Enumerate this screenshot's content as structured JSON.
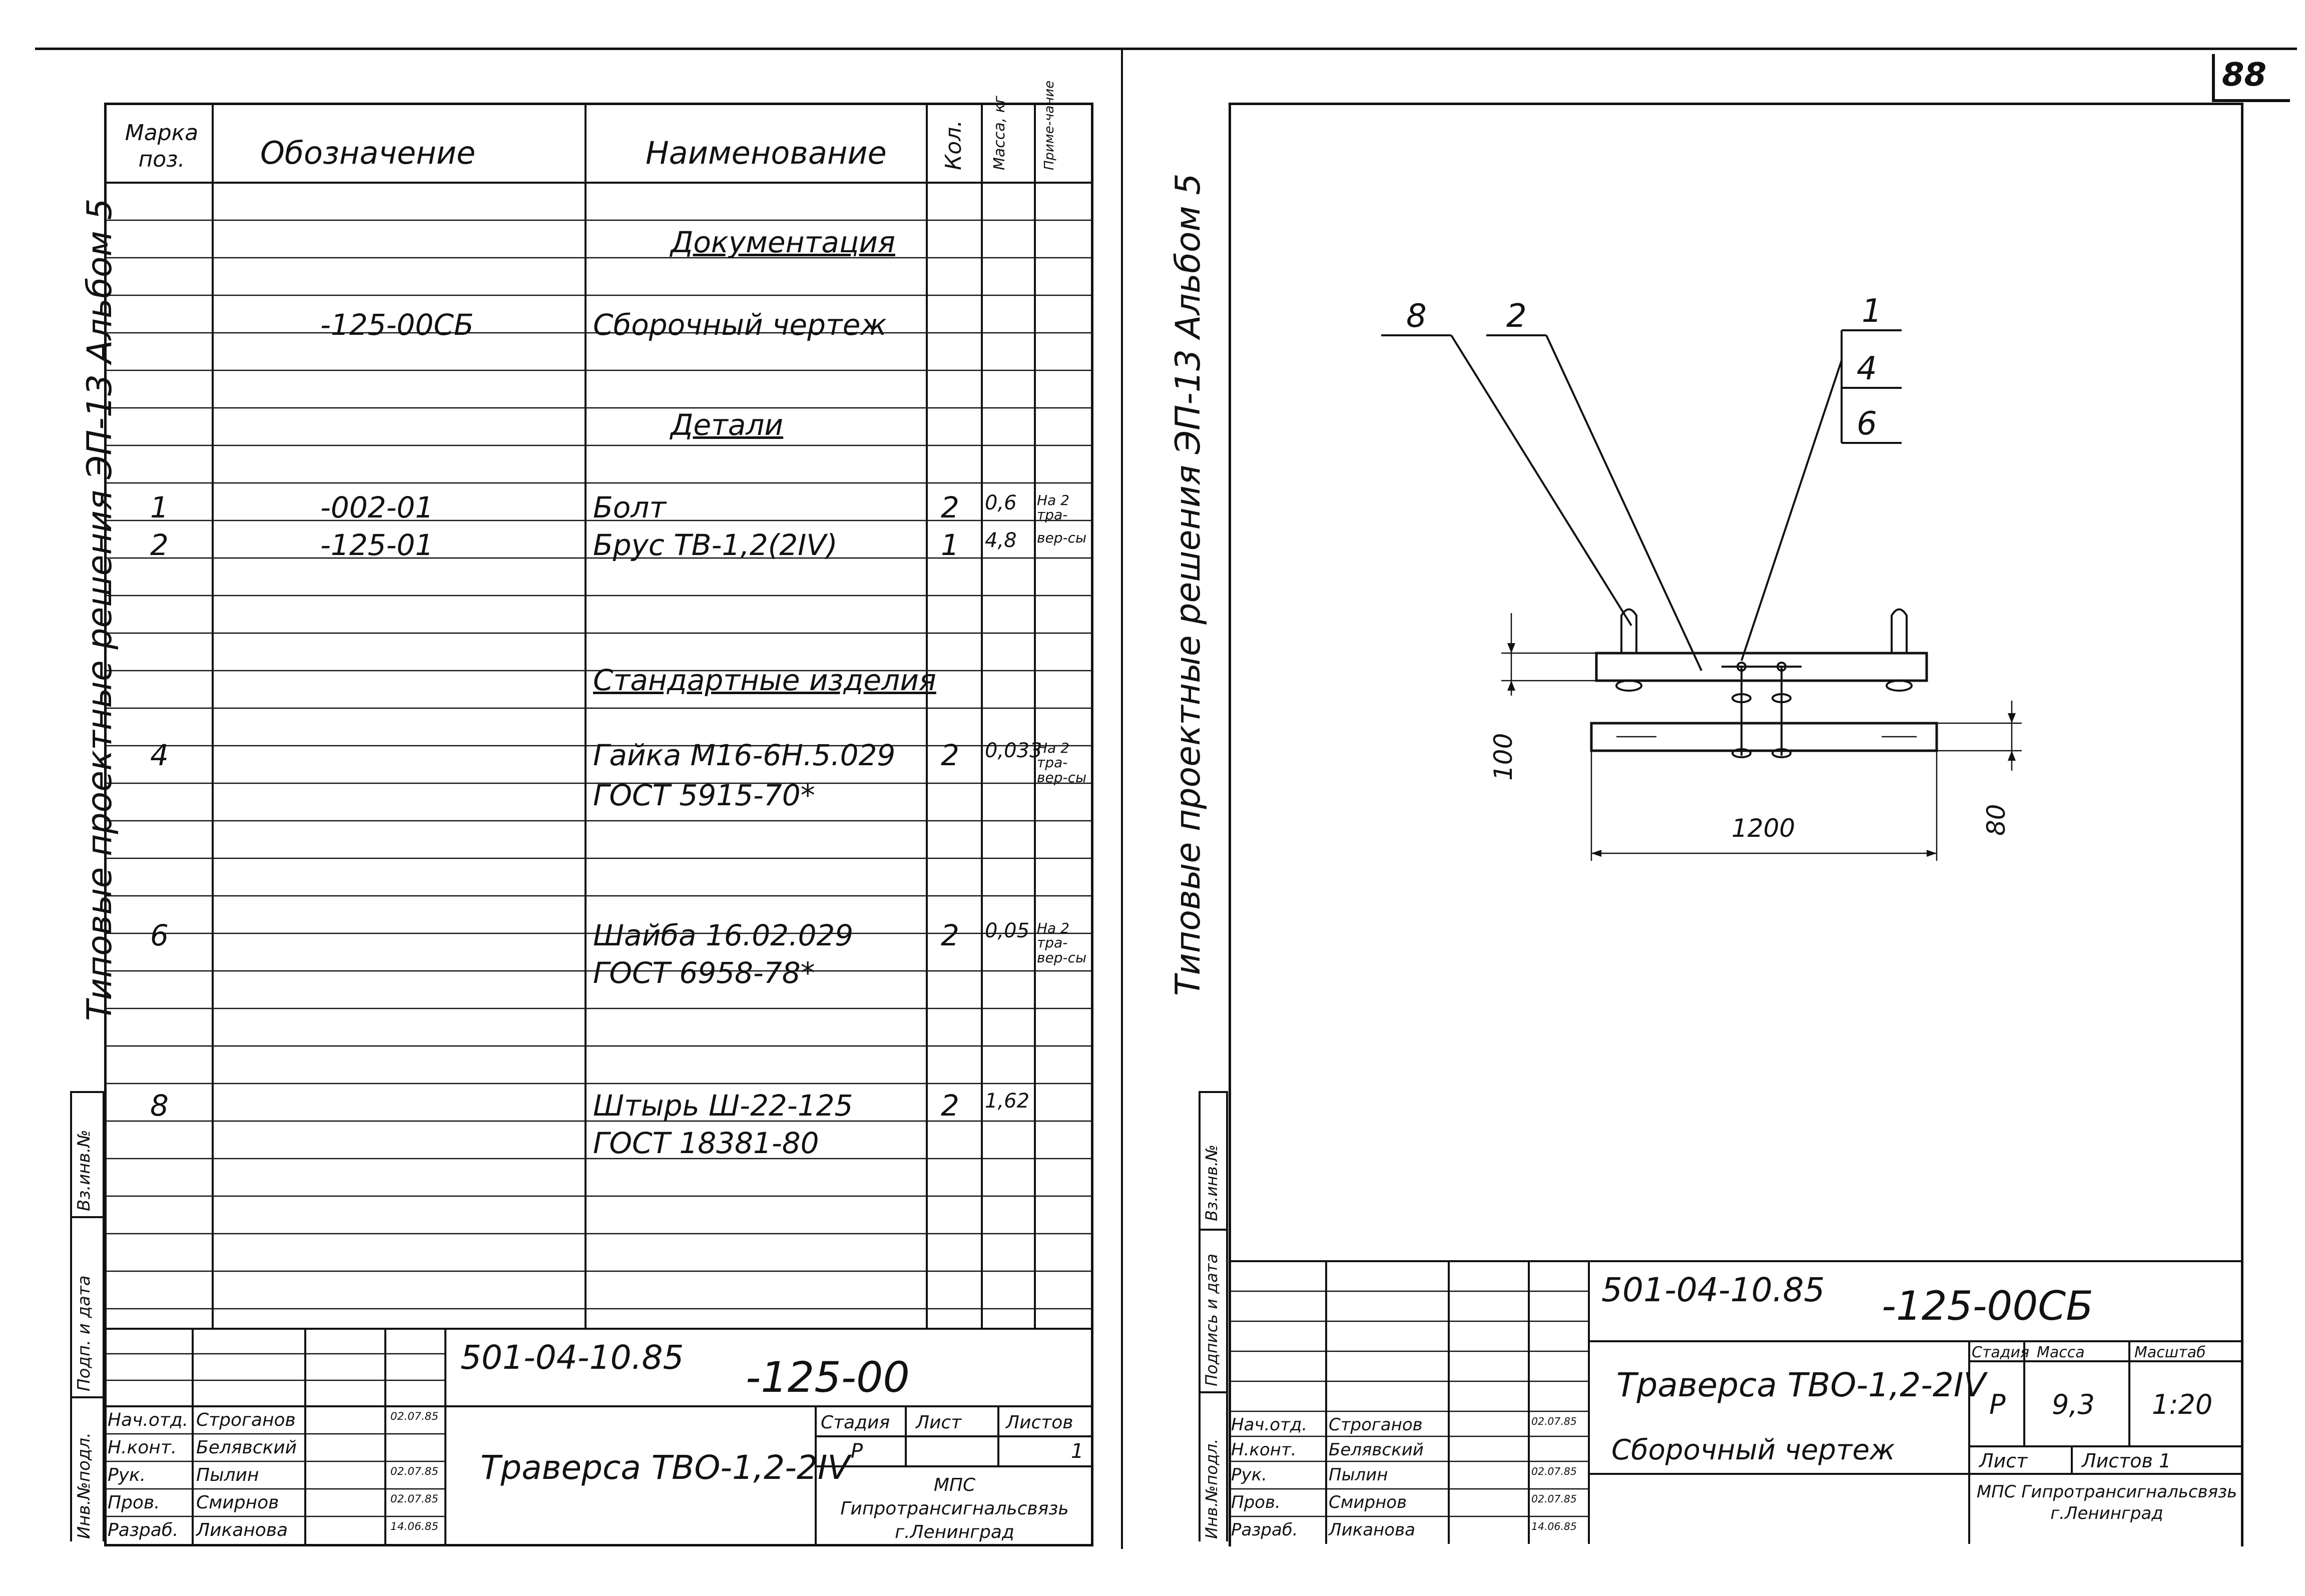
{
  "sheet_number": "88",
  "left_sheet": {
    "side_text": "Типовые проектные решения ЭП-13 Альбом 5",
    "side_labels": [
      "Инв.№подл.",
      "Подп. и дата",
      "Вз.инв.№"
    ],
    "headers": {
      "mark": "Марка поз.",
      "designation": "Обозначение",
      "name": "Наименование",
      "qty": "Кол.",
      "mass": "Масса, кг",
      "note": "Приме-чание"
    },
    "rows": [
      {
        "mark": "",
        "designation": "",
        "name": "Документация",
        "qty": "",
        "mass": "",
        "note": ""
      },
      {
        "mark": "",
        "designation": "-125-00СБ",
        "name": "Сборочный чертеж",
        "qty": "",
        "mass": "",
        "note": ""
      },
      {
        "mark": "",
        "designation": "",
        "name": "Детали",
        "qty": "",
        "mass": "",
        "note": ""
      },
      {
        "mark": "1",
        "designation": "-002-01",
        "name": "Болт",
        "qty": "2",
        "mass": "0,6",
        "note": "На 2 тра-"
      },
      {
        "mark": "2",
        "designation": "-125-01",
        "name": "Брус ТВ-1,2(2IV)",
        "qty": "1",
        "mass": "4,8",
        "note": "вер-сы"
      },
      {
        "mark": "",
        "designation": "",
        "name": "Стандартные изделия",
        "qty": "",
        "mass": "",
        "note": ""
      },
      {
        "mark": "4",
        "designation": "",
        "name": "Гайка М16-6Н.5.029",
        "qty": "2",
        "mass": "0,033",
        "note": "На 2 тра-вер-сы"
      },
      {
        "mark": "",
        "designation": "",
        "name": "ГОСТ 5915-70*",
        "qty": "",
        "mass": "",
        "note": ""
      },
      {
        "mark": "6",
        "designation": "",
        "name": "Шайба 16.02.029",
        "qty": "2",
        "mass": "0,05",
        "note": "На 2 тра-вер-сы"
      },
      {
        "mark": "",
        "designation": "",
        "name": "ГОСТ 6958-78*",
        "qty": "",
        "mass": "",
        "note": ""
      },
      {
        "mark": "8",
        "designation": "",
        "name": "Штырь Ш-22-125",
        "qty": "2",
        "mass": "1,62",
        "note": ""
      },
      {
        "mark": "",
        "designation": "",
        "name": "ГОСТ 18381-80",
        "qty": "",
        "mass": "",
        "note": ""
      }
    ],
    "title_block": {
      "code": "501-04-10.85",
      "doc": "-125-00",
      "title": "Траверса ТВО-1,2-2IV",
      "stage_label": "Стадия",
      "sheet_label": "Лист",
      "sheets_label": "Листов",
      "stage": "Р",
      "sheets": "1",
      "org": "МПС Гипротрансигнальсвязь г.Ленинград",
      "roles": [
        {
          "role": "Нач.отд.",
          "name": "Строганов",
          "date": "02.07.85"
        },
        {
          "role": "Н.конт.",
          "name": "Белявский",
          "date": ""
        },
        {
          "role": "Рук.",
          "name": "Пылин",
          "date": "02.07.85"
        },
        {
          "role": "Пров.",
          "name": "Смирнов",
          "date": "02.07.85"
        },
        {
          "role": "Разраб.",
          "name": "Ликанова",
          "date": "14.06.85"
        }
      ]
    }
  },
  "right_sheet": {
    "side_text": "Типовые проектные решения ЭП-13 Альбом 5",
    "side_labels": [
      "Инв.№подл.",
      "Подпись и дата",
      "Вз.инв.№"
    ],
    "drawing": {
      "callouts": [
        "8",
        "2",
        "1",
        "4",
        "6"
      ],
      "dim_length": "1200",
      "dim_height": "100",
      "dim_side": "80"
    },
    "title_block": {
      "code": "501-04-10.85",
      "doc": "-125-00СБ",
      "title": "Траверса ТВО-1,2-2IV",
      "subtitle": "Сборочный чертеж",
      "stage_label": "Стадия",
      "mass_label": "Масса",
      "scale_label": "Масштаб",
      "stage": "Р",
      "mass": "9,3",
      "scale": "1:20",
      "sheet_label": "Лист",
      "sheets_label": "Листов 1",
      "org": "МПС Гипротрансигнальсвязь г.Ленинград",
      "roles": [
        {
          "role": "Нач.отд.",
          "name": "Строганов",
          "date": "02.07.85"
        },
        {
          "role": "Н.конт.",
          "name": "Белявский",
          "date": ""
        },
        {
          "role": "Рук.",
          "name": "Пылин",
          "date": "02.07.85"
        },
        {
          "role": "Пров.",
          "name": "Смирнов",
          "date": "02.07.85"
        },
        {
          "role": "Разраб.",
          "name": "Ликанова",
          "date": "14.06.85"
        }
      ]
    }
  }
}
